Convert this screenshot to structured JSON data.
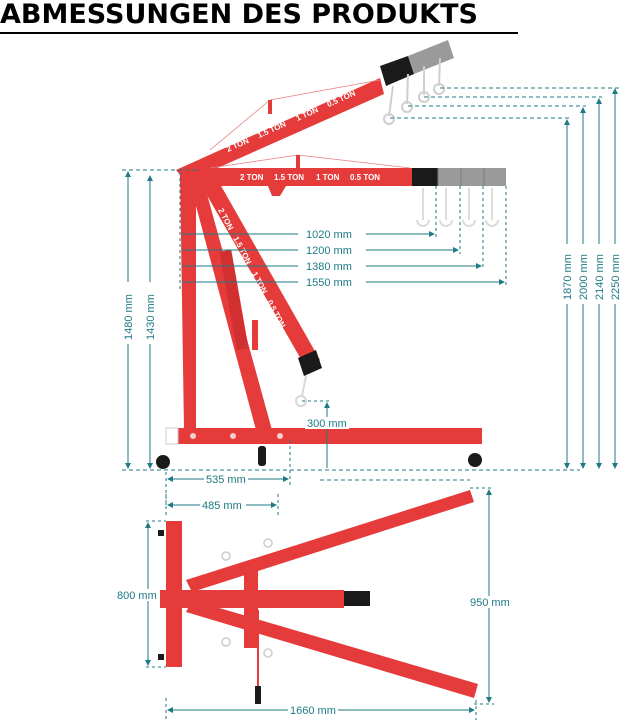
{
  "title": "ABMESSUNGEN DES PRODUKTS",
  "colors": {
    "frame_red": "#e63b3b",
    "dimension_teal": "#1e7a86",
    "extension_black": "#1a1a1a",
    "extension_gray": "#9a9a9a",
    "hook_light": "#d8d8d8",
    "title_black": "#000000"
  },
  "boom_capacity_labels": [
    "2 TON",
    "1.5 TON",
    "1 TON",
    "0.5 TON"
  ],
  "side_view": {
    "horizontal_reach": [
      "1020 mm",
      "1200 mm",
      "1380 mm",
      "1550 mm"
    ],
    "hook_heights_raised": [
      "1870 mm",
      "2000 mm",
      "2140 mm",
      "2250 mm"
    ],
    "boom_heights_left": [
      "1480 mm",
      "1430 mm"
    ],
    "hook_min_height": "300 mm",
    "front_legs_offset": "535 mm"
  },
  "top_view": {
    "base_depth": "485 mm",
    "rear_width": "800 mm",
    "leg_spread": "950 mm",
    "overall_length": "1660 mm"
  }
}
